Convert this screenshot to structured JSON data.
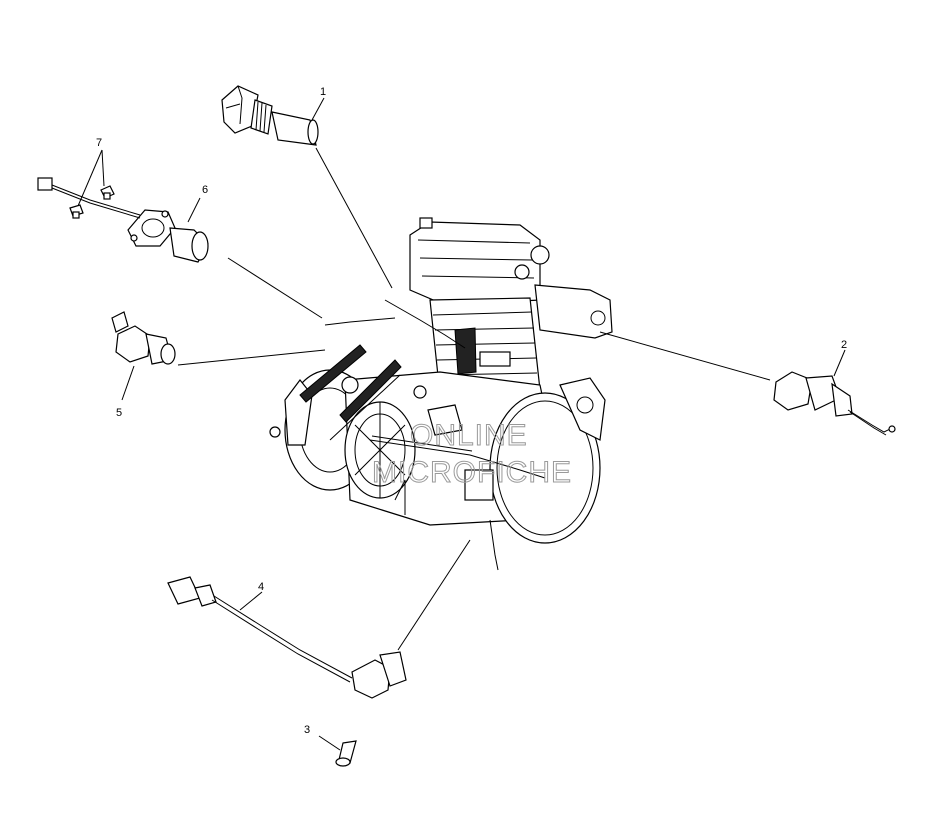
{
  "diagram": {
    "callouts": [
      {
        "id": "1",
        "text": "1"
      },
      {
        "id": "2",
        "text": "2"
      },
      {
        "id": "3",
        "text": "3"
      },
      {
        "id": "4",
        "text": "4"
      },
      {
        "id": "5",
        "text": "5"
      },
      {
        "id": "6",
        "text": "6"
      },
      {
        "id": "7",
        "text": "7"
      }
    ],
    "watermark": {
      "line1": "ONLINE",
      "line2": "MICROFICHE"
    },
    "colors": {
      "ink": "#000000",
      "background": "#ffffff",
      "watermark": "#9a9a9a"
    }
  }
}
